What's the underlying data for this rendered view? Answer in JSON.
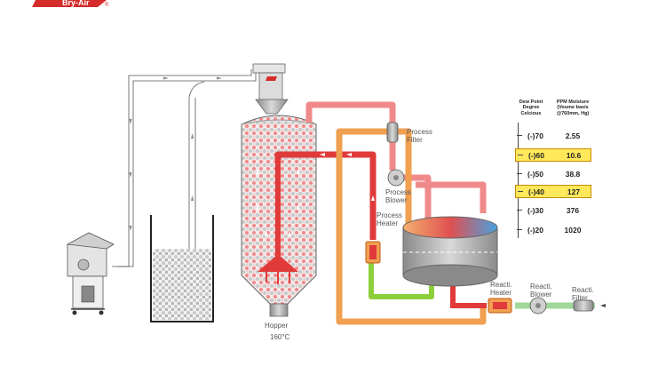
{
  "brand": {
    "logo_text": "Bry-Air",
    "registered": "®"
  },
  "labels": {
    "hopper": "Hopper",
    "hopper_temp": "160°C",
    "process_filter": "Process\nFilter",
    "process_blower": "Process\nBlower",
    "process_heater": "Process\nHeater",
    "reacti_heater": "Reacti.\nHeater",
    "reacti_blower": "Reacti.\nBlower",
    "reacti_filter": "Reacti.\nFilter"
  },
  "moisture_table": {
    "col_dew_point": "Dew Point\nDegree\nCelcious",
    "col_ppm": "PPM Moisture\n(Voume basis\n@760mm, Hg)",
    "rows": [
      {
        "dew_point": "(-)70",
        "ppm": "2.55",
        "highlight": false
      },
      {
        "dew_point": "(-)60",
        "ppm": "10.6",
        "highlight": true
      },
      {
        "dew_point": "(-)50",
        "ppm": "38.8",
        "highlight": false
      },
      {
        "dew_point": "(-)40",
        "ppm": "127",
        "highlight": true
      },
      {
        "dew_point": "(-)30",
        "ppm": "376",
        "highlight": false
      },
      {
        "dew_point": "(-)20",
        "ppm": "1020",
        "highlight": false
      }
    ]
  },
  "colors": {
    "process_return": "#f08a8a",
    "hot_process": "#e03a3a",
    "regen_line": "#f0a050",
    "cooling_line": "#8ccf3a",
    "reacti_inlet": "#9fd89a",
    "steel": "#9a9a9a",
    "highlight": "#ffe85a"
  }
}
